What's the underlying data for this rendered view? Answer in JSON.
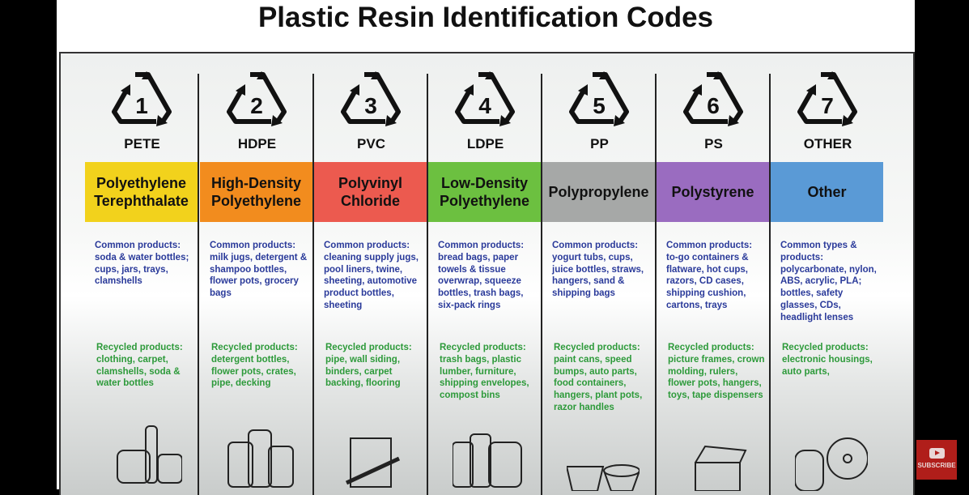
{
  "title": "Plastic Resin Identification Codes",
  "subscribe_label": "SUBSCRIBE",
  "columns": [
    {
      "number": "1",
      "code": "PETE",
      "name": "Polyethylene Terephthalate",
      "color": "#f2d21c",
      "common": "Common products: soda & water bottles; cups, jars, trays, clamshells",
      "recycled": "Recycled products: clothing, carpet, clamshells, soda & water bottles"
    },
    {
      "number": "2",
      "code": "HDPE",
      "name": "High-Density Polyethylene",
      "color": "#f28c1e",
      "common": "Common products: milk jugs, detergent & shampoo bottles, flower pots, grocery bags",
      "recycled": "Recycled products: detergent bottles, flower pots, crates, pipe, decking"
    },
    {
      "number": "3",
      "code": "PVC",
      "name": "Polyvinyl Chloride",
      "color": "#ec5a4f",
      "common": "Common products: cleaning supply jugs, pool liners, twine, sheeting, automotive product bottles, sheeting",
      "recycled": "Recycled products: pipe, wall siding, binders, carpet backing, flooring"
    },
    {
      "number": "4",
      "code": "LDPE",
      "name": "Low-Density Polyethylene",
      "color": "#6cc040",
      "common": "Common products: bread bags, paper towels & tissue overwrap, squeeze bottles, trash bags, six-pack rings",
      "recycled": "Recycled products: trash bags, plastic lumber, furniture, shipping envelopes, compost bins"
    },
    {
      "number": "5",
      "code": "PP",
      "name": "Polypropylene",
      "color": "#a6a8a7",
      "common": "Common products: yogurt tubs, cups, juice bottles, straws, hangers, sand & shipping bags",
      "recycled": "Recycled products: paint cans, speed bumps, auto parts, food containers, hangers, plant pots, razor handles"
    },
    {
      "number": "6",
      "code": "PS",
      "name": "Polystyrene",
      "color": "#9a6cc0",
      "common": "Common products: to-go containers & flatware,  hot cups, razors, CD cases, shipping cushion, cartons, trays",
      "recycled": "Recycled products: picture frames, crown molding, rulers, flower pots, hangers, toys, tape dispensers"
    },
    {
      "number": "7",
      "code": "OTHER",
      "name": "Other",
      "color": "#5a9ad6",
      "common": "Common types & products: polycarbonate, nylon, ABS, acrylic, PLA; bottles, safety glasses, CDs, headlight lenses",
      "recycled": "Recycled products: electronic housings, auto parts,"
    }
  ]
}
